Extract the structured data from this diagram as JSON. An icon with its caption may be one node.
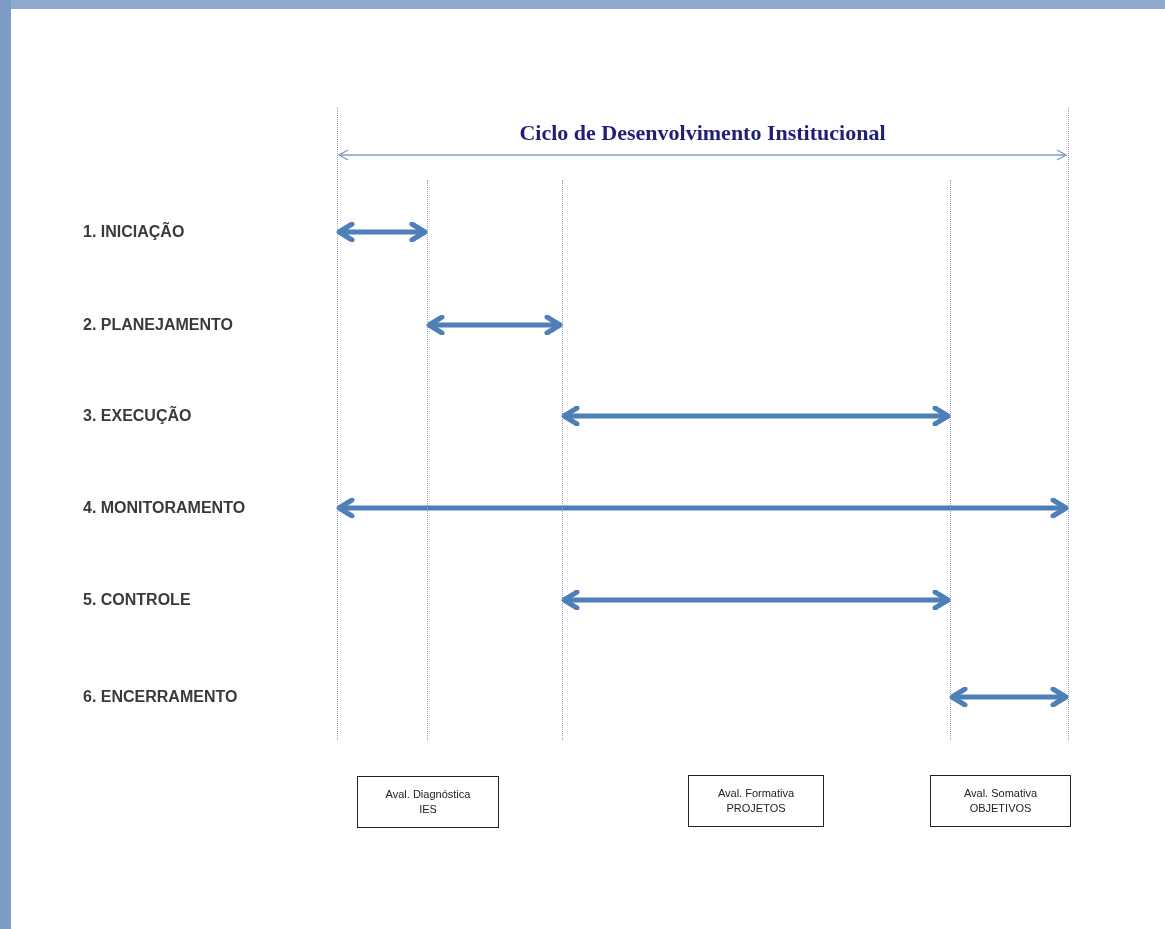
{
  "diagram": {
    "title": "Ciclo de Desenvolvimento Institucional",
    "nodes": [
      {
        "text": [],
        "shape": "bar"
      },
      {
        "text": [],
        "shape": "bar"
      },
      {
        "text": [],
        "shape": "bar"
      },
      {
        "text": [],
        "shape": "bar"
      },
      {
        "text": [],
        "shape": "bar"
      },
      {
        "text": [
          "Aval. Diagnóstica",
          "IES"
        ]
      },
      {
        "text": [
          "Aval. Formativa",
          "PROJETOS"
        ]
      },
      {
        "text": [
          "Aval. Somativa",
          "OBJETIVOS"
        ]
      }
    ],
    "edges": [
      {
        "from": 0,
        "to": 4,
        "arrow": "both",
        "color": "#7f9cc0"
      },
      {
        "from": 0,
        "to": 1,
        "arrow": "both"
      },
      {
        "from": 1,
        "to": 2,
        "arrow": "both"
      },
      {
        "from": 2,
        "to": 3,
        "arrow": "both"
      },
      {
        "from": 0,
        "to": 4,
        "arrow": "both"
      },
      {
        "from": 2,
        "to": 3,
        "arrow": "both"
      },
      {
        "from": 3,
        "to": 4,
        "arrow": "both"
      }
    ],
    "labels": [
      "1. INICIAÇÃO",
      "2. PLANEJAMENTO",
      "3. EXECUÇÃO",
      "4. MONITORAMENTO",
      "5. CONTROLE",
      "6. ENCERRAMENTO"
    ]
  }
}
